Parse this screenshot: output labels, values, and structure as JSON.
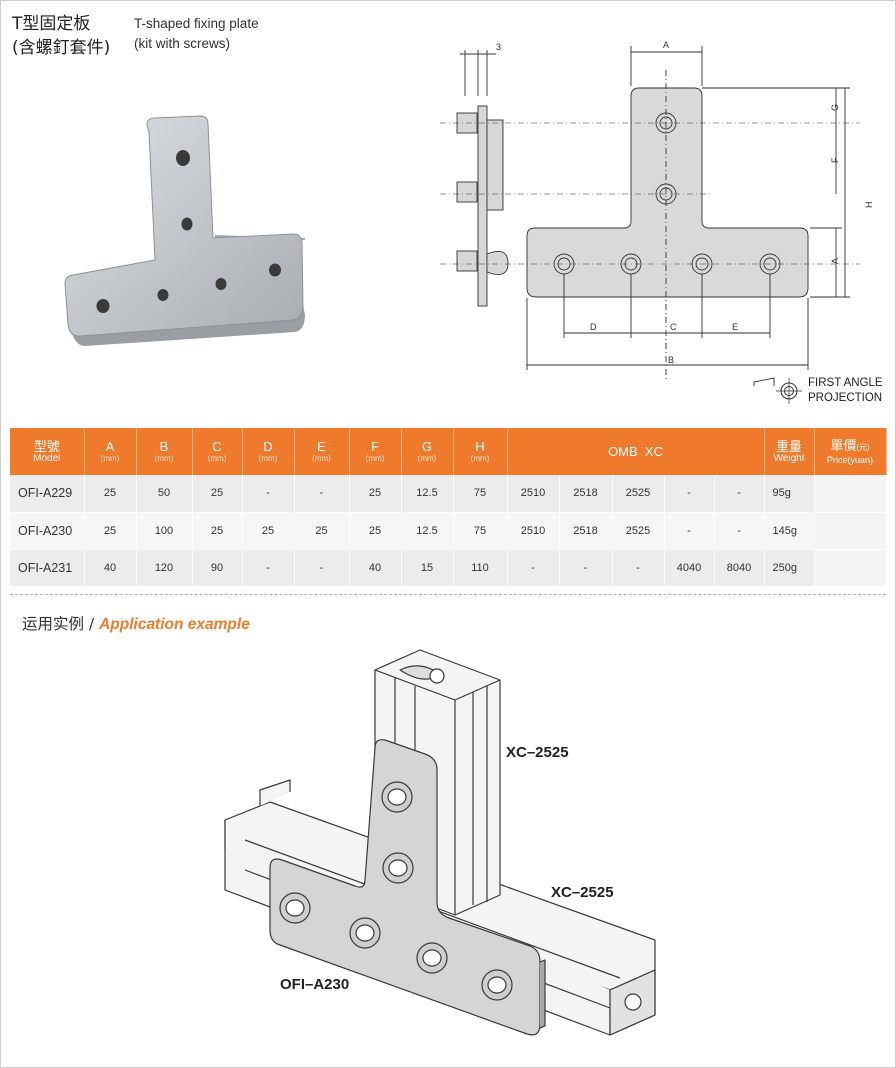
{
  "title": {
    "cn_line1": "T型固定板",
    "cn_line2": "(含螺釘套件)",
    "en_line1": "T-shaped fixing plate",
    "en_line2": "(kit with screws)"
  },
  "drawing": {
    "dim_3": "3",
    "dim_A_top": "A",
    "dim_G": "G",
    "dim_F": "F",
    "dim_H": "H",
    "dim_A_side": "A",
    "dim_D": "D",
    "dim_C": "C",
    "dim_E": "E",
    "dim_B": "B",
    "projection_line1": "FIRST ANGLE",
    "projection_line2": "PROJECTION"
  },
  "table": {
    "headers": [
      {
        "label": "型號",
        "sub": "Model"
      },
      {
        "label": "A",
        "sub": "(mm)"
      },
      {
        "label": "B",
        "sub": "(mm)"
      },
      {
        "label": "C",
        "sub": "(mm)"
      },
      {
        "label": "D",
        "sub": "(mm)"
      },
      {
        "label": "E",
        "sub": "(mm)"
      },
      {
        "label": "F",
        "sub": "(mm)"
      },
      {
        "label": "G",
        "sub": "(mm)"
      },
      {
        "label": "H",
        "sub": "(mm)"
      },
      {
        "label": "OMB  XC",
        "sub": ""
      },
      {
        "label": "重量",
        "sub": "Weight"
      },
      {
        "label": "單價",
        "sub_suffix": "(元)",
        "sub": "Price(yuan)"
      }
    ],
    "rows": [
      [
        "OFI-A229",
        "25",
        "50",
        "25",
        "-",
        "-",
        "25",
        "12.5",
        "75",
        "2510",
        "2518",
        "2525",
        "-",
        "-",
        "95g",
        ""
      ],
      [
        "OFI-A230",
        "25",
        "100",
        "25",
        "25",
        "25",
        "25",
        "12.5",
        "75",
        "2510",
        "2518",
        "2525",
        "-",
        "-",
        "145g",
        ""
      ],
      [
        "OFI-A231",
        "40",
        "120",
        "90",
        "-",
        "-",
        "40",
        "15",
        "110",
        "-",
        "-",
        "-",
        "4040",
        "8040",
        "250g",
        ""
      ]
    ]
  },
  "application": {
    "cn": "运用实例 / ",
    "en": "Application example",
    "label_vertical": "XC–2525",
    "label_horizontal": "XC–2525",
    "label_plate": "OFI–A230"
  },
  "colors": {
    "accent": "#f07a2c",
    "plate": "#d6d6d6",
    "line": "#333333"
  }
}
